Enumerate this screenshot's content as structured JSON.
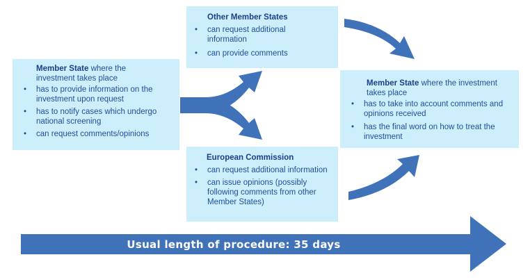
{
  "colors": {
    "box_fill": "#cdeefb",
    "arrow": "#3f72b8",
    "text": "#1f4e9c",
    "title_text": "#1b3f8a"
  },
  "member_state_left": {
    "title_bold": "Member State",
    "title_rest": " where the investment takes place",
    "items": [
      "has to provide information on the investment upon request",
      "has to notify cases which undergo national screening",
      "can request comments/opinions"
    ]
  },
  "other_member_states": {
    "title": "Other Member States",
    "items": [
      "can request additional information",
      "can provide comments"
    ]
  },
  "european_commission": {
    "title": "European Commission",
    "items": [
      "can request additional information",
      "can issue opinions (possibly following comments from other Member States)"
    ]
  },
  "member_state_right": {
    "title_bold": "Member State",
    "title_rest": " where the investment takes place",
    "items": [
      "has to take into account comments and opinions received",
      "has the final word on how to treat the investment"
    ]
  },
  "timeline": {
    "label": "Usual length of procedure: 35 days"
  }
}
